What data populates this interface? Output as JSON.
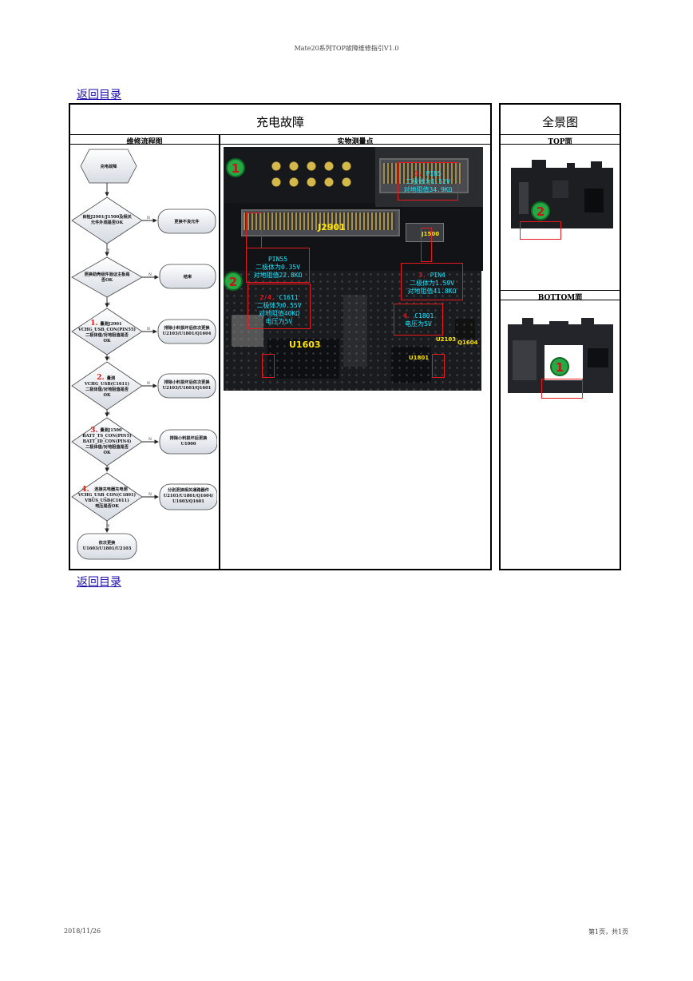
{
  "header": {
    "doc_title": "Mate20系列TOP故障维修指引V1.0"
  },
  "nav": {
    "back_top": "返回目录",
    "back_bottom": "返回目录"
  },
  "main": {
    "title": "充电故障",
    "col1_header": "维修流程图",
    "col2_header": "实物测量点"
  },
  "overview": {
    "title": "全景图",
    "top_label": "TOP面",
    "bottom_label": "BOTTOM面",
    "top_marker": "2",
    "bottom_marker": "1"
  },
  "flow": {
    "start": "充电故障",
    "q1": [
      "目检J2901/J1500及相关",
      "元件外观是否OK"
    ],
    "a1": "更换不良元件",
    "q2": [
      "更换助壳组件验证主板是",
      "否OK"
    ],
    "a2": "结束",
    "q3_num": "1.",
    "q3": [
      "量测J2901",
      "VCHG_USB_CON(PIN55)",
      "二极体值/对地阻值是否",
      "OK"
    ],
    "a3": [
      "排除小料损坏后依次更换",
      "U2103/U1801/Q1604"
    ],
    "q4_num": "2.",
    "q4": [
      "量测",
      "VCHG_USB(C1611)",
      "二极体值/对地阻值是否",
      "OK"
    ],
    "a4": [
      "排除小料损坏后依次更换",
      "U2103/U1603/Q1601"
    ],
    "q5_num": "3.",
    "q5": [
      "量测J1500",
      "BATT_TS_CON(PIN5)",
      "BATT_ID_CON(PIN4)",
      "二极体值/对地阻值是否",
      "OK"
    ],
    "a5": [
      "排除小料损坏后更换",
      "U1000"
    ],
    "q6_num": "4.",
    "q6": [
      "连接充电器充电测",
      "VCHG_USB_CON(C1801)",
      "VBUS_USB(C1611)",
      "电压是否OK"
    ],
    "a6": [
      "分别更换相关通路器件",
      "U2103/U1801/Q1604/",
      "U1603/Q1601"
    ],
    "end": [
      "依次更换",
      "U1603/U1801/U2103"
    ],
    "yes": "Y",
    "no": "N"
  },
  "photo": {
    "marker1": "1",
    "marker2": "2",
    "j2901": "J2901",
    "j1500": "J1500",
    "u1603": "U1603",
    "u2103": "U2103",
    "q1604": "Q1604",
    "u1801": "U1801",
    "pin5": {
      "num": "3.",
      "l1": "PIN5",
      "l2": "二极体为1.52V",
      "l3": "对地阻值34.9KΩ"
    },
    "pin55": {
      "l1": "PIN55",
      "l2": "二极体为0.35V",
      "l3": "对地阻值22.8KΩ"
    },
    "pin4": {
      "num": "3.",
      "l1": "PIN4",
      "l2": "二极体为1.59V",
      "l3": "对地阻值41.8KΩ"
    },
    "c1611": {
      "num": "2/4.",
      "l1": "C1611",
      "l2": "二极体为0.55V",
      "l3": "对地阻值40KΩ",
      "l4": "电压为5V"
    },
    "c1801": {
      "num": "4.",
      "l1": "C1801",
      "l2": "电压为5V"
    }
  },
  "footer": {
    "date": "2018/11/26",
    "page": "第1页，共1页"
  },
  "colors": {
    "cyan_label": "#19e6ff",
    "yellow_label": "#ffe600",
    "red_box": "#e8191e",
    "marker_green": "#28a745",
    "link": "#1a0dab"
  }
}
